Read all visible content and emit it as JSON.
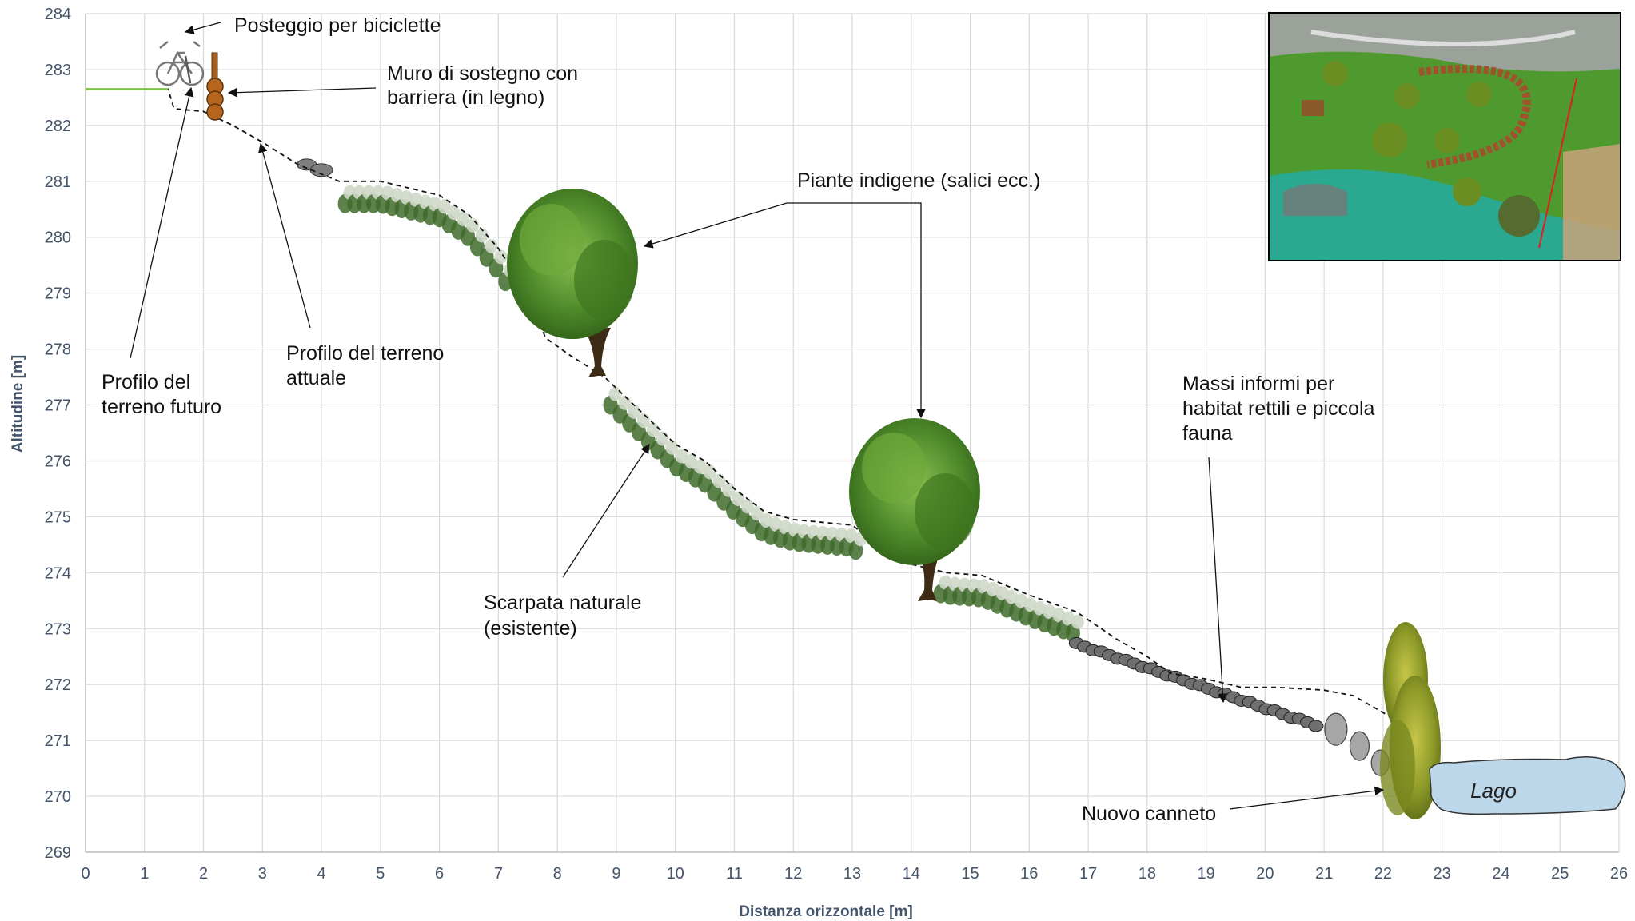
{
  "chart_data": {
    "type": "line",
    "title": "",
    "xlabel": "Distanza orizzontale [m]",
    "ylabel": "Altitudine [m]",
    "xlim": [
      0,
      26
    ],
    "ylim": [
      269,
      284
    ],
    "grid": true,
    "x_ticks": [
      "0",
      "1",
      "2",
      "3",
      "4",
      "5",
      "6",
      "7",
      "8",
      "9",
      "10",
      "11",
      "12",
      "13",
      "14",
      "15",
      "16",
      "17",
      "18",
      "19",
      "20",
      "21",
      "22",
      "23",
      "24",
      "25",
      "26"
    ],
    "y_ticks": [
      "269",
      "270",
      "271",
      "272",
      "273",
      "274",
      "275",
      "276",
      "277",
      "278",
      "279",
      "280",
      "281",
      "282",
      "283",
      "284"
    ],
    "series": [
      {
        "name": "Profilo del terreno attuale",
        "style": "dashed",
        "points": [
          [
            0,
            282.65
          ],
          [
            1.4,
            282.65
          ],
          [
            1.5,
            282.3
          ],
          [
            2.0,
            282.25
          ],
          [
            2.5,
            282.0
          ],
          [
            3.0,
            281.7
          ],
          [
            3.6,
            281.3
          ],
          [
            4.3,
            281.0
          ],
          [
            5.0,
            281.0
          ],
          [
            6.0,
            280.75
          ],
          [
            6.5,
            280.4
          ],
          [
            7.0,
            279.8
          ],
          [
            7.5,
            279.0
          ],
          [
            7.8,
            278.2
          ],
          [
            8.2,
            277.9
          ],
          [
            8.8,
            277.5
          ],
          [
            9.5,
            276.8
          ],
          [
            10.0,
            276.3
          ],
          [
            10.5,
            276.0
          ],
          [
            11.0,
            275.5
          ],
          [
            11.5,
            275.1
          ],
          [
            12.0,
            274.95
          ],
          [
            13.0,
            274.85
          ],
          [
            13.8,
            274.2
          ],
          [
            14.6,
            274.0
          ],
          [
            15.2,
            273.95
          ],
          [
            16.0,
            273.6
          ],
          [
            16.8,
            273.3
          ],
          [
            17.5,
            272.8
          ],
          [
            18.0,
            272.5
          ],
          [
            18.4,
            272.2
          ],
          [
            19.0,
            272.1
          ],
          [
            19.6,
            271.95
          ],
          [
            20.2,
            271.95
          ],
          [
            21.0,
            271.9
          ],
          [
            21.5,
            271.8
          ],
          [
            22.0,
            271.5
          ],
          [
            22.3,
            271.3
          ]
        ]
      },
      {
        "name": "Profilo del terreno futuro",
        "style": "solid-green",
        "points": [
          [
            0,
            282.65
          ],
          [
            1.4,
            282.65
          ]
        ]
      }
    ]
  },
  "annotations": {
    "bike": "Posteggio per biciclette",
    "wall_line1": "Muro di sostegno con",
    "wall_line2": "barriera (in legno)",
    "plants": "Piante indigene (salici ecc.)",
    "current_line1": "Profilo del terreno",
    "current_line2": "attuale",
    "future_line1": "Profilo del",
    "future_line2": "terreno futuro",
    "rocks_line1": "Massi informi per",
    "rocks_line2": "habitat rettili e piccola",
    "rocks_line3": "fauna",
    "slope_line1": "Scarpata naturale",
    "slope_line2": "(esistente)",
    "reeds": "Nuovo canneto",
    "lake": "Lago"
  },
  "colors": {
    "grid": "#d9d9d9",
    "axis_text": "#44546a",
    "lake": "#bcd7ea",
    "tree": "#4e8a2a",
    "reed": "#9a9a2a",
    "rock": "#7f7f7f",
    "wood": "#b5651d",
    "inset_grass": "#4f9a2f",
    "inset_water": "#2aa890"
  }
}
